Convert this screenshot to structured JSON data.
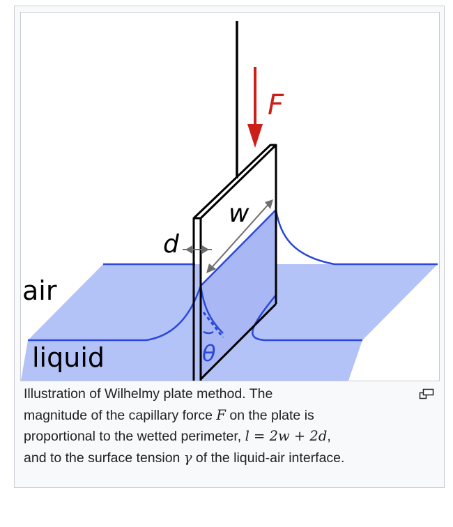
{
  "figure": {
    "labels": {
      "force": "F",
      "width": "w",
      "thickness": "d",
      "air": "air",
      "liquid": "liquid",
      "angle": "θ"
    },
    "colors": {
      "liquid_fill": "#b3c2f7",
      "liquid_edge": "#2a48d9",
      "force_arrow": "#cc1f1a",
      "plate_outline": "#000000",
      "dimension_arrow": "#6e6e6e"
    }
  },
  "caption": {
    "line1": "Illustration of Wilhelmy plate method. The",
    "line2_pre": "magnitude of the capillary force ",
    "force_symbol": "F",
    "line2_post": " on the plate is",
    "line3_pre": "proportional to the wetted perimeter, ",
    "perimeter_formula": "l = 2w + 2d",
    "line3_post": ",",
    "line4_pre": "and to the surface tension ",
    "tension_symbol": "γ",
    "line4_post": " of the liquid-air interface."
  },
  "icons": {
    "enlarge": "magnify-clip-icon"
  }
}
